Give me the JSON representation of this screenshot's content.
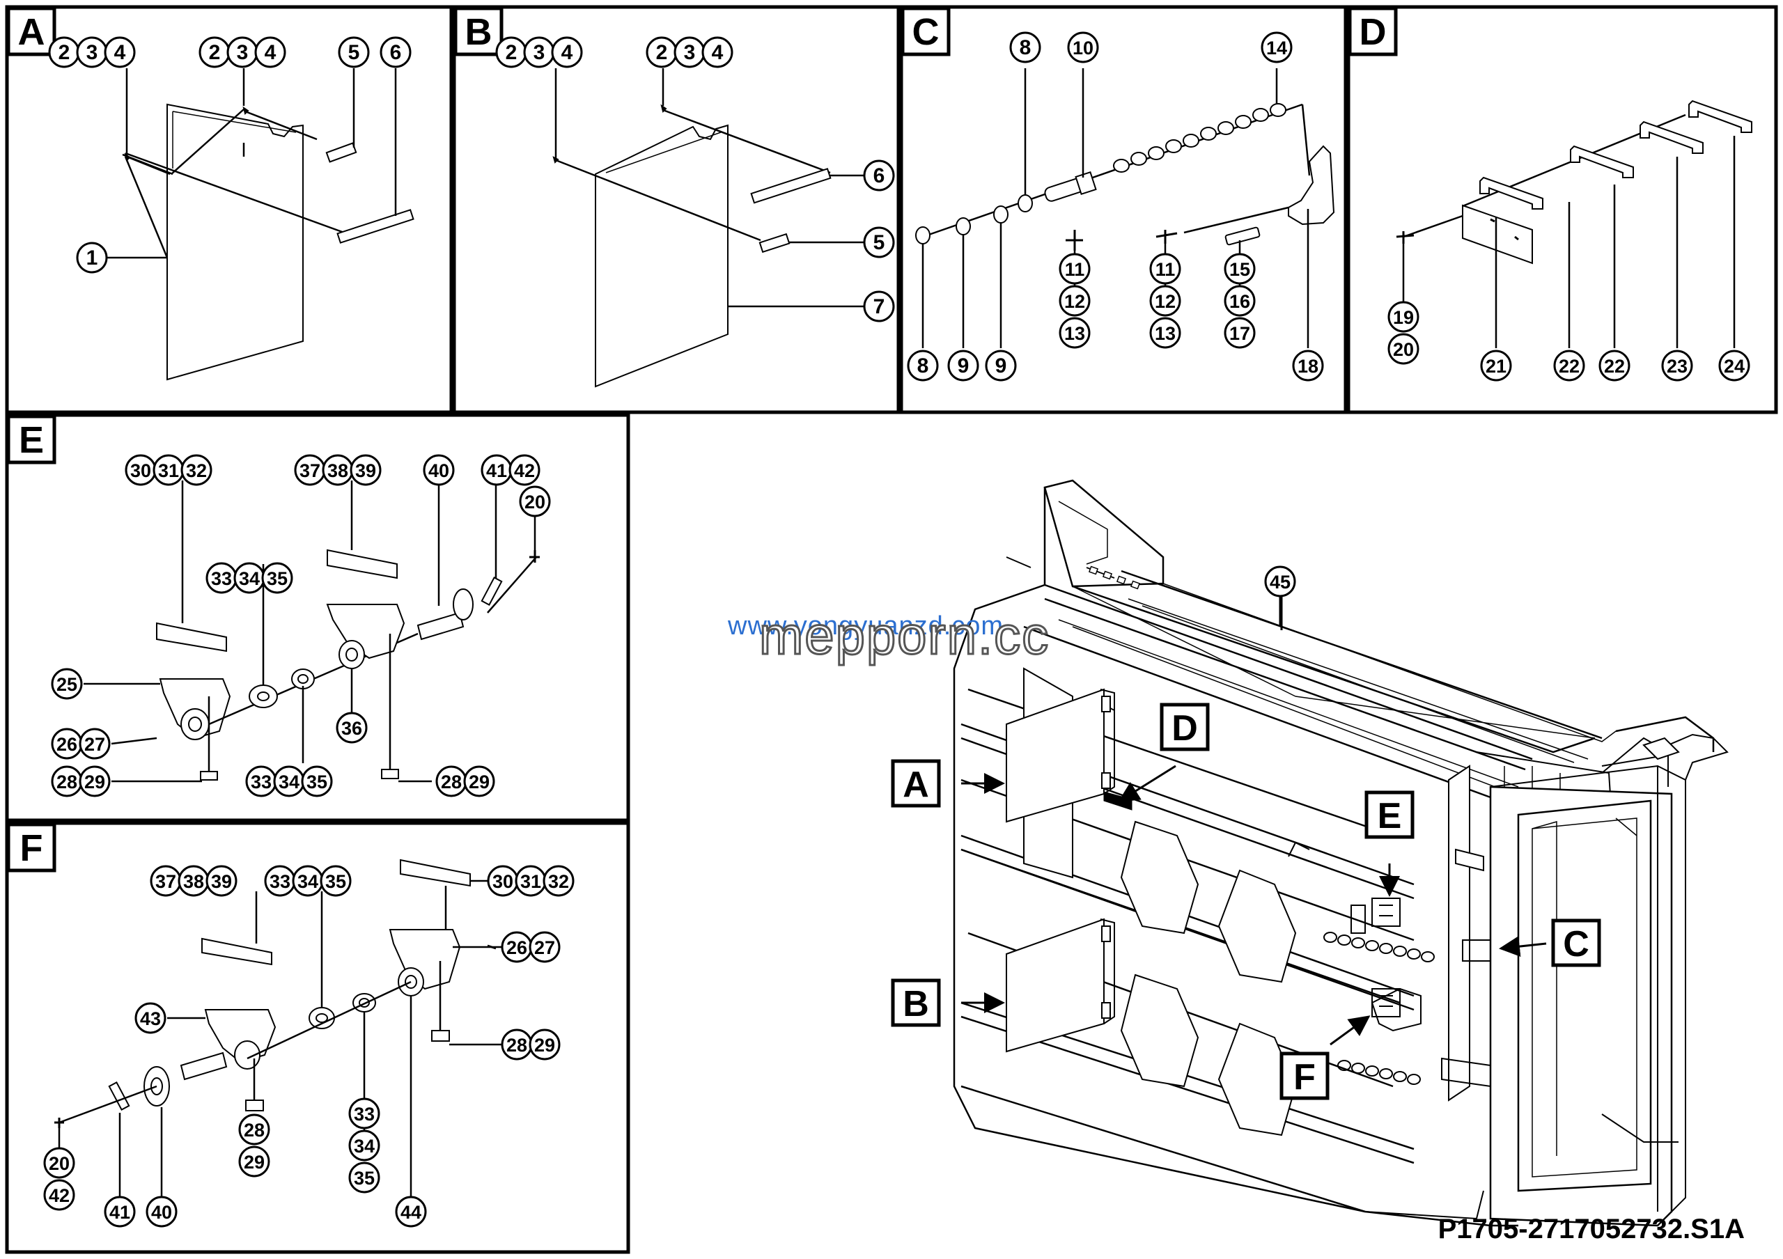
{
  "document_code": "P1705-2717052732.S1A",
  "watermarks": {
    "url": "www.yongyuanzd.com",
    "brand": "mepporn.cc"
  },
  "panels": {
    "A": {
      "label": "A",
      "callouts": {
        "c1": [
          "2",
          "3",
          "4"
        ],
        "c2": [
          "2",
          "3",
          "4"
        ],
        "c3": [
          "5"
        ],
        "c4": [
          "6"
        ],
        "c5": [
          "1"
        ]
      }
    },
    "B": {
      "label": "B",
      "callouts": {
        "c1": [
          "2",
          "3",
          "4"
        ],
        "c2": [
          "2",
          "3",
          "4"
        ],
        "c3": [
          "6"
        ],
        "c4": [
          "5"
        ],
        "c5": [
          "7"
        ]
      }
    },
    "C": {
      "label": "C",
      "callouts": {
        "top8": [
          "8"
        ],
        "top10": [
          "10"
        ],
        "top14": [
          "14"
        ],
        "b8": [
          "8"
        ],
        "b9a": [
          "9"
        ],
        "b9b": [
          "9"
        ],
        "col11a": [
          "11",
          "12",
          "13"
        ],
        "col11b": [
          "11",
          "12",
          "13"
        ],
        "col15": [
          "15",
          "16",
          "17"
        ],
        "b18": [
          "18"
        ]
      }
    },
    "D": {
      "label": "D",
      "callouts": {
        "col19": [
          "19",
          "20"
        ],
        "b21": [
          "21"
        ],
        "b22a": [
          "22"
        ],
        "b22b": [
          "22"
        ],
        "b23": [
          "23"
        ],
        "b24": [
          "24"
        ]
      }
    },
    "E": {
      "label": "E",
      "callouts": {
        "t30": [
          "30",
          "31",
          "32"
        ],
        "t37": [
          "37",
          "38",
          "39"
        ],
        "t40": [
          "40"
        ],
        "t41": [
          "41",
          "42"
        ],
        "t20": [
          "20"
        ],
        "m33": [
          "33",
          "34",
          "35"
        ],
        "l25": [
          "25"
        ],
        "l26": [
          "26",
          "27"
        ],
        "l28": [
          "28",
          "29"
        ],
        "b33": [
          "33",
          "34",
          "35"
        ],
        "b36": [
          "36"
        ],
        "r28": [
          "28",
          "29"
        ]
      }
    },
    "F": {
      "label": "F",
      "callouts": {
        "t37": [
          "37",
          "38",
          "39"
        ],
        "t33": [
          "33",
          "34",
          "35"
        ],
        "t30": [
          "30",
          "31",
          "32"
        ],
        "r26": [
          "26",
          "27"
        ],
        "l43": [
          "43"
        ],
        "r28": [
          "28",
          "29"
        ],
        "c20": [
          "20",
          "42"
        ],
        "c41": [
          "41"
        ],
        "c40": [
          "40"
        ],
        "c28": [
          "28",
          "29"
        ],
        "c33": [
          "33",
          "34",
          "35"
        ],
        "c44": [
          "44"
        ]
      }
    },
    "main": {
      "part45": [
        "45"
      ],
      "labels": {
        "A": "A",
        "B": "B",
        "C": "C",
        "D": "D",
        "E": "E",
        "F": "F"
      }
    }
  }
}
